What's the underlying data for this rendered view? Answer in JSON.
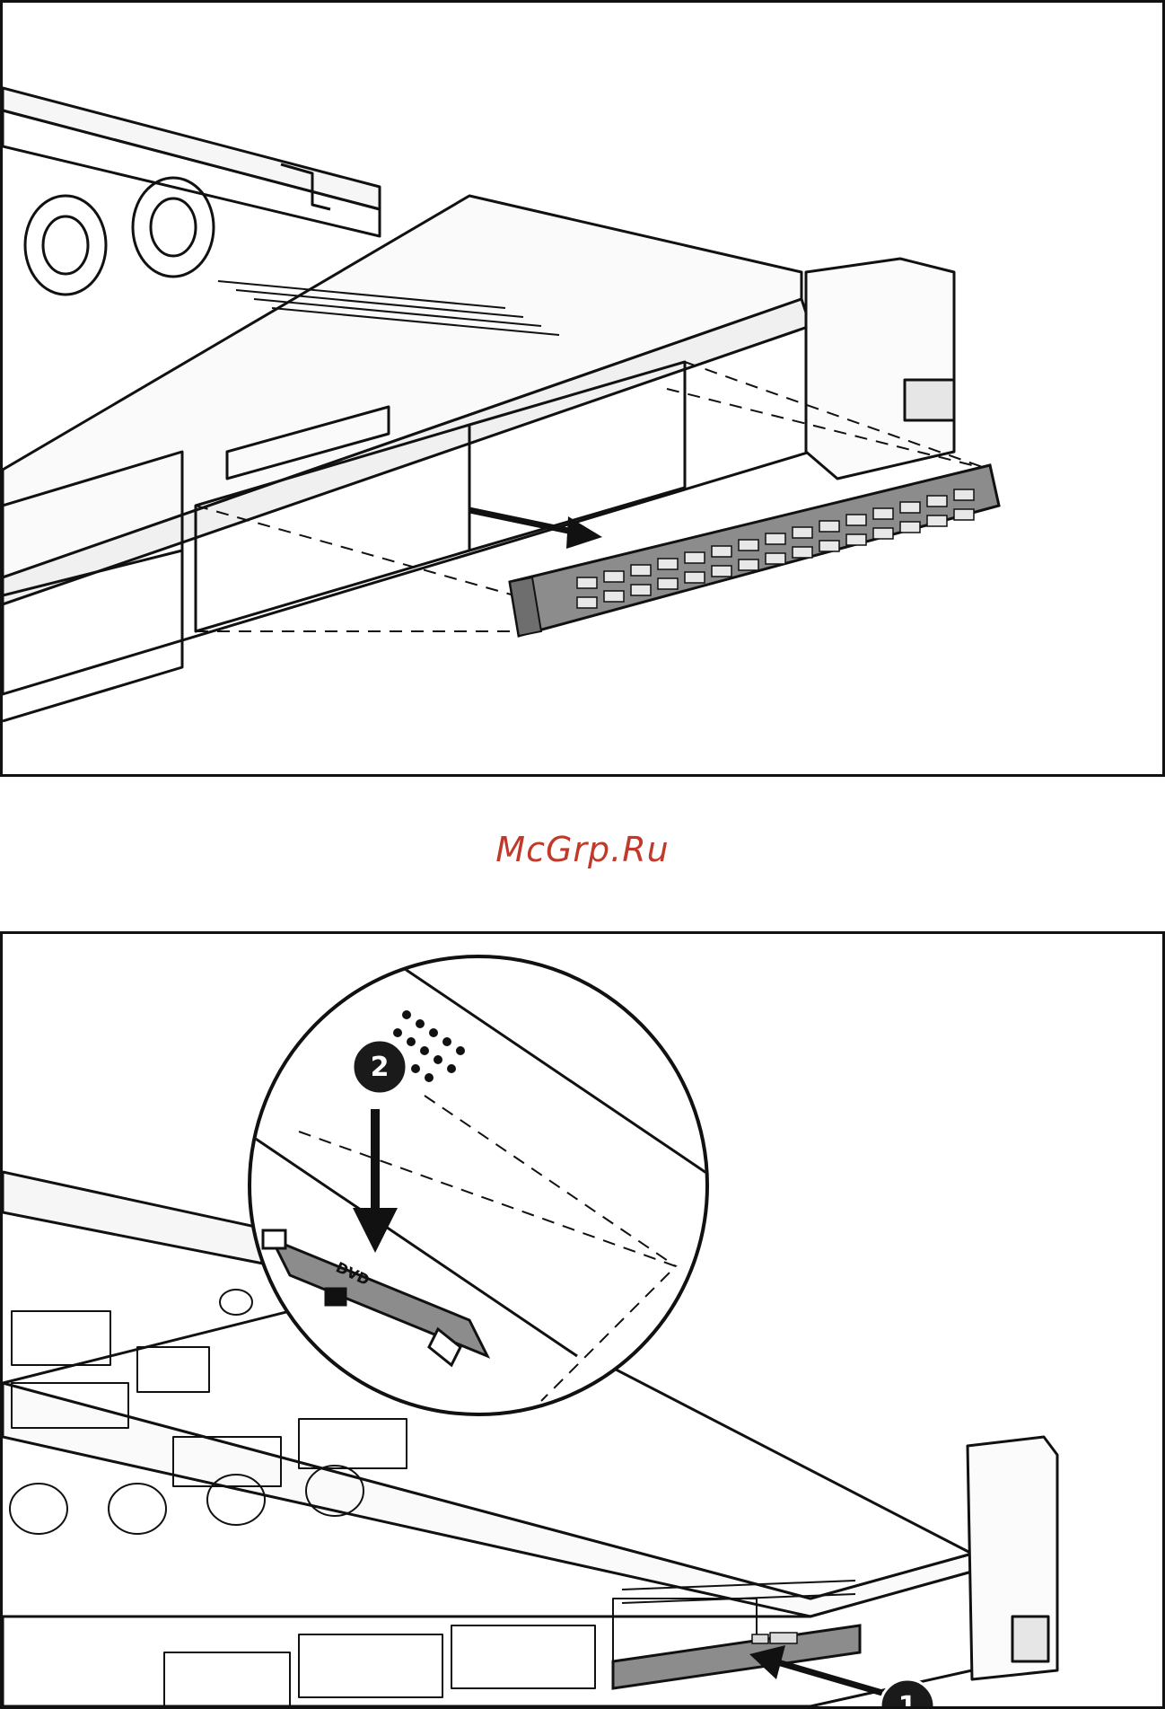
{
  "watermark": {
    "text": "McGrp.Ru",
    "color": "#c0392b"
  },
  "callouts": [
    {
      "id": "1",
      "label": "1"
    },
    {
      "id": "2",
      "label": "2"
    }
  ],
  "detail_labels": {
    "drive_label": "DVD"
  },
  "colors": {
    "line": "#111111",
    "gray_fill": "#8c8c8c",
    "light_fill": "#f4f4f4",
    "callout_fill": "#1a1a1a"
  },
  "icons": {
    "arrow": "arrow-right-icon",
    "arrow_down": "arrow-down-icon"
  }
}
